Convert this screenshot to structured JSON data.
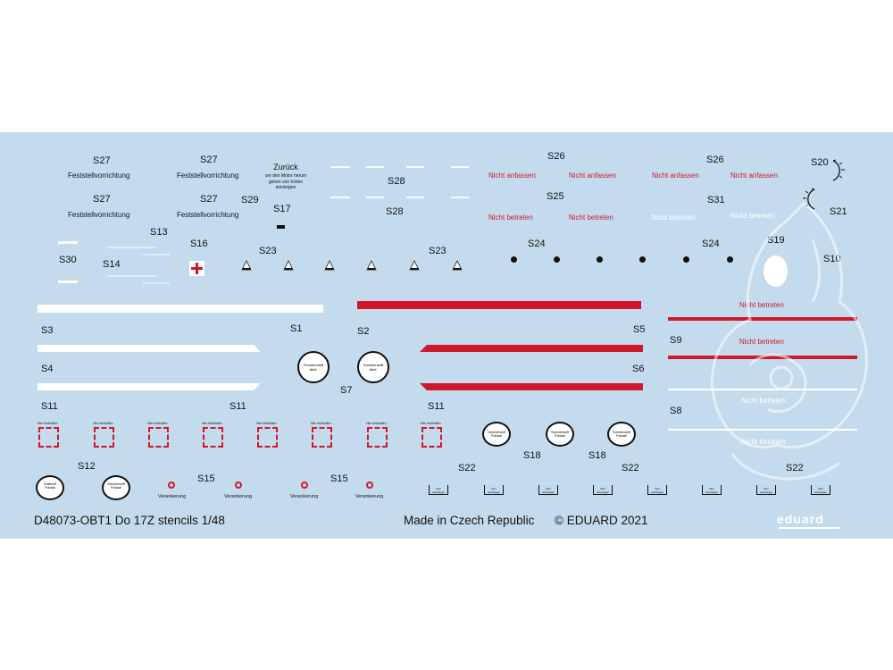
{
  "labels": {
    "S1": "S1",
    "S2": "S2",
    "S3": "S3",
    "S4": "S4",
    "S5": "S5",
    "S6": "S6",
    "S7": "S7",
    "S8": "S8",
    "S9": "S9",
    "S10": "S10",
    "S11": "S11",
    "S12": "S12",
    "S13": "S13",
    "S14": "S14",
    "S15": "S15",
    "S16": "S16",
    "S17": "S17",
    "S18": "S18",
    "S19": "S19",
    "S20": "S20",
    "S21": "S21",
    "S22": "S22",
    "S23": "S23",
    "S24": "S24",
    "S25": "S25",
    "S26": "S26",
    "S27": "S27",
    "S28": "S28",
    "S29": "S29",
    "S30": "S30",
    "S31": "S31"
  },
  "decals": {
    "feststell": "Feststellvorrichtung",
    "zuruck_title": "Zurück",
    "zuruck_l1": "um den Motor herum",
    "zuruck_l2": "gehen von hinten",
    "zuruck_l3": "einsteigen",
    "nicht_anfassen": "Nicht anfassen",
    "nicht_betreten": "Nicht betreten",
    "hier_festhalten": "Hier festhalten",
    "verankerung": "Verankerung",
    "schmierstoff": "Schmierstoff",
    "abbl": "Abbl.",
    "polstab": "Polstab",
    "kraftstoff": "Kraftstoff",
    "hier_unterlegen": "Hier unterlegen"
  },
  "footer": {
    "code": "D48073-OBT1 Do 17Z  stencils 1/48",
    "made_in": "Made in Czech Republic",
    "copyright": "© EDUARD 2021",
    "brand": "eduard"
  },
  "colors": {
    "sheet": "#c3dbec",
    "red": "#d0182b",
    "white": "#ffffff",
    "black": "#111111"
  }
}
